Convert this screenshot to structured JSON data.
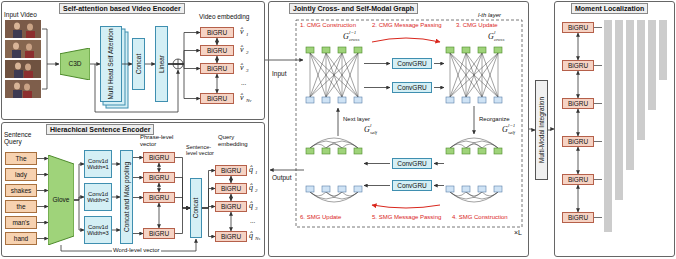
{
  "diagram": {
    "nodes": [
      {
        "text": [
          "Self-attention based Video Encoder"
        ]
      },
      {
        "text": [
          "C3D"
        ],
        "in": 0
      },
      {
        "text": [
          "Multi Head Self Attention"
        ],
        "in": 0
      },
      {
        "text": [
          "Concat"
        ],
        "in": 0
      },
      {
        "text": [
          "Linear"
        ],
        "in": 0
      },
      {
        "text": [
          "BiGRU"
        ],
        "in": 0
      },
      {
        "text": [
          "BiGRU"
        ],
        "in": 0
      },
      {
        "text": [
          "BiGRU"
        ],
        "in": 0
      },
      {
        "text": [
          "BiGRU"
        ],
        "in": 0
      },
      {
        "text": [
          "Hierachical Sentence Encoder"
        ]
      },
      {
        "text": [
          "The"
        ],
        "in": 9
      },
      {
        "text": [
          "lady"
        ],
        "in": 9
      },
      {
        "text": [
          "shakes"
        ],
        "in": 9
      },
      {
        "text": [
          "the"
        ],
        "in": 9
      },
      {
        "text": [
          "man's"
        ],
        "in": 9
      },
      {
        "text": [
          "hand"
        ],
        "in": 9
      },
      {
        "text": [
          "Glove"
        ],
        "in": 9
      },
      {
        "text": [
          "Conv1d Width=1"
        ],
        "in": 9
      },
      {
        "text": [
          "Conv1d Width=2"
        ],
        "in": 9
      },
      {
        "text": [
          "Conv1d Width=3"
        ],
        "in": 9
      },
      {
        "text": [
          "Concat and Max pooling"
        ],
        "in": 9
      },
      {
        "text": [
          "BiGRU"
        ],
        "in": 9
      },
      {
        "text": [
          "BiGRU"
        ],
        "in": 9
      },
      {
        "text": [
          "BiGRU"
        ],
        "in": 9
      },
      {
        "text": [
          "BiGRU"
        ],
        "in": 9
      },
      {
        "text": [
          "Concat"
        ],
        "in": 9
      },
      {
        "text": [
          "BiGRU"
        ],
        "in": 9
      },
      {
        "text": [
          "BiGRU"
        ],
        "in": 9
      },
      {
        "text": [
          "BiGRU"
        ],
        "in": 9
      },
      {
        "text": [
          "BiGRU"
        ],
        "in": 9
      },
      {
        "text": [
          "Jointly Cross- and Self-Modal Graph"
        ]
      },
      {
        "text": [
          "ConvGRU"
        ],
        "in": 30
      },
      {
        "text": [
          "ConvGRU"
        ],
        "in": 30
      },
      {
        "text": [
          "ConvGRU"
        ],
        "in": 30
      },
      {
        "text": [
          "ConvGRU"
        ],
        "in": 30
      },
      {
        "text": [
          "Multi-Modal Integration"
        ]
      },
      {
        "text": [
          "Moment Localization"
        ]
      },
      {
        "text": [
          "BiGRU"
        ],
        "in": 36
      },
      {
        "text": [
          "BiGRU"
        ],
        "in": 36
      },
      {
        "text": [
          "BiGRU"
        ],
        "in": 36
      },
      {
        "text": [
          "BiGRU"
        ],
        "in": 36
      },
      {
        "text": [
          "BiGRU"
        ],
        "in": 36
      },
      {
        "text": [
          "BiGRU"
        ],
        "in": 36
      }
    ],
    "edges": [
      {
        "from": 1,
        "to": 2,
        "arrow": "to"
      },
      {
        "from": 2,
        "to": 3,
        "arrow": "to"
      },
      {
        "from": 3,
        "to": 4,
        "arrow": "to"
      },
      {
        "from": 4,
        "to": 5,
        "arrow": "to"
      },
      {
        "from": 4,
        "to": 6,
        "arrow": "to"
      },
      {
        "from": 4,
        "to": 7,
        "arrow": "to"
      },
      {
        "from": 4,
        "to": 8,
        "arrow": "to"
      },
      {
        "from": 5,
        "to": 6,
        "arrow": "both"
      },
      {
        "from": 6,
        "to": 7,
        "arrow": "both"
      },
      {
        "from": 7,
        "to": 8,
        "arrow": "both"
      },
      {
        "from": 10,
        "to": 16,
        "arrow": "to"
      },
      {
        "from": 11,
        "to": 16,
        "arrow": "to"
      },
      {
        "from": 12,
        "to": 16,
        "arrow": "to"
      },
      {
        "from": 13,
        "to": 16,
        "arrow": "to"
      },
      {
        "from": 14,
        "to": 16,
        "arrow": "to"
      },
      {
        "from": 15,
        "to": 16,
        "arrow": "to"
      },
      {
        "from": 16,
        "to": 17,
        "arrow": "to"
      },
      {
        "from": 16,
        "to": 18,
        "arrow": "to"
      },
      {
        "from": 16,
        "to": 19,
        "arrow": "to"
      },
      {
        "from": 17,
        "to": 20,
        "arrow": "to"
      },
      {
        "from": 18,
        "to": 20,
        "arrow": "to"
      },
      {
        "from": 19,
        "to": 20,
        "arrow": "to"
      },
      {
        "from": 20,
        "to": 21,
        "arrow": "to"
      },
      {
        "from": 20,
        "to": 22,
        "arrow": "to"
      },
      {
        "from": 20,
        "to": 23,
        "arrow": "to"
      },
      {
        "from": 20,
        "to": 24,
        "arrow": "to"
      },
      {
        "from": 21,
        "to": 22,
        "arrow": "both"
      },
      {
        "from": 22,
        "to": 23,
        "arrow": "both"
      },
      {
        "from": 23,
        "to": 24,
        "arrow": "both"
      },
      {
        "from": 21,
        "to": 25,
        "arrow": "to"
      },
      {
        "from": 22,
        "to": 25,
        "arrow": "to"
      },
      {
        "from": 23,
        "to": 25,
        "arrow": "to"
      },
      {
        "from": 24,
        "to": 25,
        "arrow": "to"
      },
      {
        "from": 25,
        "to": 26,
        "arrow": "to"
      },
      {
        "from": 25,
        "to": 27,
        "arrow": "to"
      },
      {
        "from": 25,
        "to": 28,
        "arrow": "to"
      },
      {
        "from": 25,
        "to": 29,
        "arrow": "to"
      },
      {
        "from": 26,
        "to": 27,
        "arrow": "both"
      },
      {
        "from": 27,
        "to": 28,
        "arrow": "both"
      },
      {
        "from": 28,
        "to": 29,
        "arrow": "both"
      },
      {
        "from": 30,
        "to": 35,
        "arrow": "to"
      },
      {
        "from": 35,
        "to": 36,
        "arrow": "to"
      },
      {
        "from": 37,
        "to": 38,
        "arrow": "both"
      },
      {
        "from": 38,
        "to": 39,
        "arrow": "both"
      },
      {
        "from": 39,
        "to": 40,
        "arrow": "both"
      },
      {
        "from": 40,
        "to": 41,
        "arrow": "both"
      },
      {
        "from": 41,
        "to": 42,
        "arrow": "both"
      }
    ],
    "labels": [
      "Input Video",
      "Video embedding",
      "v̂",
      "1",
      "v̂",
      "2",
      "v̂",
      "3",
      "...",
      "v̂",
      "Nv",
      "Sentence Query",
      "Phrase-level vector",
      "Sentence-level vector",
      "Word-level vector",
      "Query embedding",
      "q̂",
      "1",
      "q̂",
      "2",
      "q̂",
      "3",
      "...",
      "q̂",
      "Ns",
      "l-th layer",
      "1. CMG Construction",
      "2. CMG Message Passing",
      "3. CMG Update",
      "4. SMG Construction",
      "5. SMG Message Passing",
      "6. SMG Update",
      "Input",
      "Output",
      "Next layer",
      "Reorganize",
      "×L",
      "G",
      "l−1",
      "cross",
      "G",
      "l",
      "cross",
      "G",
      "l",
      "self",
      "G",
      "l−1",
      "self"
    ]
  }
}
